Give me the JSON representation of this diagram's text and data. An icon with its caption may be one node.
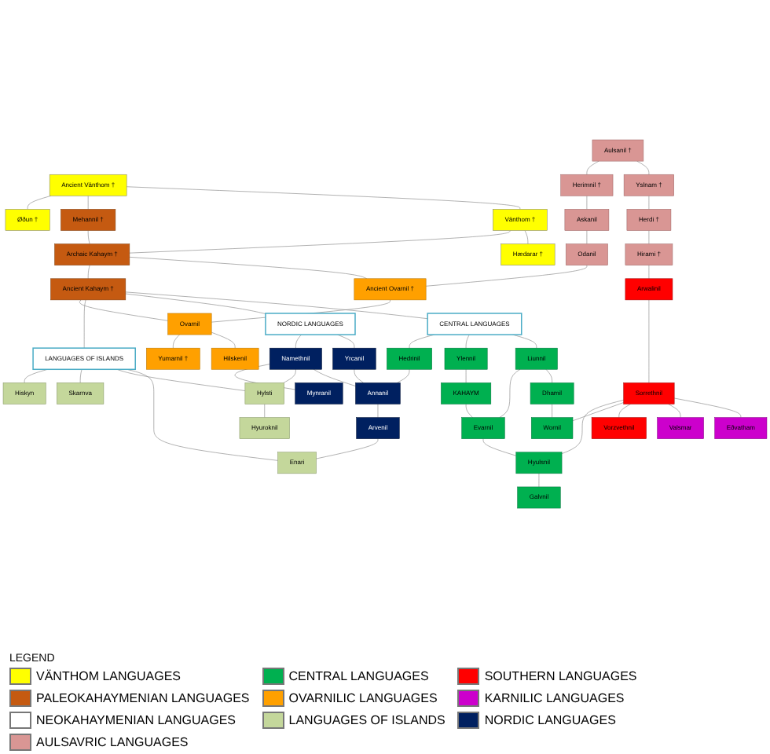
{
  "diagram": {
    "nodes": [
      {
        "text": [
          "Ancient Vänthom †"
        ]
      },
      {
        "text": [
          "Øðun †"
        ]
      },
      {
        "text": [
          "Mehannil †"
        ]
      },
      {
        "text": [
          "Vänthom †"
        ]
      },
      {
        "text": [
          "Archaic Kahaym †"
        ]
      },
      {
        "text": [
          "Hædarar †"
        ]
      },
      {
        "text": [
          "Ancient Kahaym †"
        ]
      },
      {
        "text": [
          "Ovarnil"
        ]
      },
      {
        "text": [
          "Yumarnil †"
        ]
      },
      {
        "text": [
          "Hilskenil"
        ]
      },
      {
        "text": [
          "Ancient Ovarnil †"
        ]
      },
      {
        "text": [
          "Aulsanil †"
        ]
      },
      {
        "text": [
          "Herimnil †"
        ]
      },
      {
        "text": [
          "Yslnam †"
        ]
      },
      {
        "text": [
          "Askanil"
        ]
      },
      {
        "text": [
          "Odanil"
        ]
      },
      {
        "text": [
          "Herdi †"
        ]
      },
      {
        "text": [
          "Hirami †"
        ]
      },
      {
        "text": [
          "Arwalinil"
        ]
      },
      {
        "text": [
          "Sorrethnil"
        ]
      },
      {
        "text": [
          "LANGUAGES OF ISLANDS"
        ]
      },
      {
        "text": [
          "NORDIC LANGUAGES"
        ]
      },
      {
        "text": [
          "CENTRAL LANGUAGES"
        ]
      },
      {
        "text": [
          "Hiskyn"
        ]
      },
      {
        "text": [
          "Skarnva"
        ]
      },
      {
        "text": [
          "Namethnil"
        ]
      },
      {
        "text": [
          "Yrcanil"
        ]
      },
      {
        "text": [
          "Mynranil"
        ]
      },
      {
        "text": [
          "Hylsti"
        ]
      },
      {
        "text": [
          "Hyuroknil"
        ]
      },
      {
        "text": [
          "Enari"
        ]
      },
      {
        "text": [
          "Annanil"
        ]
      },
      {
        "text": [
          "Arvenil"
        ]
      },
      {
        "text": [
          "Hedrinil"
        ]
      },
      {
        "text": [
          "Ylennil"
        ]
      },
      {
        "text": [
          "Liunnil"
        ]
      },
      {
        "text": [
          "KAHAYM"
        ]
      },
      {
        "text": [
          "Evarnil"
        ]
      },
      {
        "text": [
          "Dhamil"
        ]
      },
      {
        "text": [
          "Hyulsnil"
        ]
      },
      {
        "text": [
          "Wornil"
        ]
      },
      {
        "text": [
          "Galvnil"
        ]
      },
      {
        "text": [
          "Vorzvethnil"
        ]
      },
      {
        "text": [
          "Valsmar"
        ]
      },
      {
        "text": [
          "Eðvatham"
        ]
      }
    ],
    "edges": [
      {
        "from": 0,
        "to": 1,
        "arrow": "none"
      },
      {
        "from": 0,
        "to": 2,
        "arrow": "none"
      },
      {
        "from": 0,
        "to": 3,
        "arrow": "none"
      },
      {
        "from": 2,
        "to": 4,
        "arrow": "none"
      },
      {
        "from": 3,
        "to": 4,
        "arrow": "none"
      },
      {
        "from": 3,
        "to": 5,
        "arrow": "none"
      },
      {
        "from": 4,
        "to": 6,
        "arrow": "none"
      },
      {
        "from": 4,
        "to": 10,
        "arrow": "none"
      },
      {
        "from": 6,
        "to": 7,
        "arrow": "none"
      },
      {
        "from": 10,
        "to": 7,
        "arrow": "none"
      },
      {
        "from": 7,
        "to": 8,
        "arrow": "none"
      },
      {
        "from": 7,
        "to": 9,
        "arrow": "none"
      },
      {
        "from": 11,
        "to": 12,
        "arrow": "none"
      },
      {
        "from": 11,
        "to": 13,
        "arrow": "none"
      },
      {
        "from": 12,
        "to": 14,
        "arrow": "none"
      },
      {
        "from": 14,
        "to": 15,
        "arrow": "none"
      },
      {
        "from": 15,
        "to": 10,
        "arrow": "none"
      },
      {
        "from": 13,
        "to": 16,
        "arrow": "none"
      },
      {
        "from": 16,
        "to": 17,
        "arrow": "none"
      },
      {
        "from": 17,
        "to": 18,
        "arrow": "none"
      },
      {
        "from": 18,
        "to": 19,
        "arrow": "none"
      },
      {
        "from": 6,
        "to": 20,
        "arrow": "none"
      },
      {
        "from": 6,
        "to": 21,
        "arrow": "none"
      },
      {
        "from": 6,
        "to": 22,
        "arrow": "none"
      },
      {
        "from": 20,
        "to": 23,
        "arrow": "none"
      },
      {
        "from": 20,
        "to": 24,
        "arrow": "none"
      },
      {
        "from": 20,
        "to": 28,
        "arrow": "none"
      },
      {
        "from": 20,
        "to": 30,
        "arrow": "none"
      },
      {
        "from": 28,
        "to": 29,
        "arrow": "none"
      },
      {
        "from": 21,
        "to": 25,
        "arrow": "none"
      },
      {
        "from": 21,
        "to": 26,
        "arrow": "none"
      },
      {
        "from": 25,
        "to": 27,
        "arrow": "none"
      },
      {
        "from": 25,
        "to": 28,
        "arrow": "none"
      },
      {
        "from": 25,
        "to": 31,
        "arrow": "none"
      },
      {
        "from": 26,
        "to": 31,
        "arrow": "none"
      },
      {
        "from": 33,
        "to": 31,
        "arrow": "none"
      },
      {
        "from": 31,
        "to": 32,
        "arrow": "none"
      },
      {
        "from": 32,
        "to": 30,
        "arrow": "none"
      },
      {
        "from": 22,
        "to": 33,
        "arrow": "none"
      },
      {
        "from": 22,
        "to": 34,
        "arrow": "none"
      },
      {
        "from": 22,
        "to": 35,
        "arrow": "none"
      },
      {
        "from": 34,
        "to": 36,
        "arrow": "none"
      },
      {
        "from": 36,
        "to": 37,
        "arrow": "none"
      },
      {
        "from": 35,
        "to": 37,
        "arrow": "none"
      },
      {
        "from": 35,
        "to": 38,
        "arrow": "none"
      },
      {
        "from": 37,
        "to": 39,
        "arrow": "none"
      },
      {
        "from": 38,
        "to": 40,
        "arrow": "none"
      },
      {
        "from": 19,
        "to": 39,
        "arrow": "none"
      },
      {
        "from": 19,
        "to": 40,
        "arrow": "none"
      },
      {
        "from": 39,
        "to": 41,
        "arrow": "none"
      },
      {
        "from": 19,
        "to": 42,
        "arrow": "none"
      },
      {
        "from": 19,
        "to": 43,
        "arrow": "none"
      },
      {
        "from": 19,
        "to": 44,
        "arrow": "none"
      }
    ],
    "labels": [
      "LEGEND"
    ],
    "legend": [
      {
        "text": "VÄNTHOM LANGUAGES",
        "color": "#ffff00"
      },
      {
        "text": "CENTRAL LANGUAGES",
        "color": "#00b050"
      },
      {
        "text": "SOUTHERN LANGUAGES",
        "color": "#ff0000"
      },
      {
        "text": "PALEOKAHAYMENIAN LANGUAGES",
        "color": "#c55a11"
      },
      {
        "text": "OVARNILIC LANGUAGES",
        "color": "#ffa000"
      },
      {
        "text": "KARNILIC LANGUAGES",
        "color": "#cc00cc"
      },
      {
        "text": "NEOKAHAYMENIAN LANGUAGES",
        "color": "#ffffff"
      },
      {
        "text": "LANGUAGES OF ISLANDS",
        "color": "#c4d79b"
      },
      {
        "text": "NORDIC LANGUAGES",
        "color": "#002060"
      },
      {
        "text": "AULSAVRIC LANGUAGES",
        "color": "#d99694"
      }
    ]
  }
}
